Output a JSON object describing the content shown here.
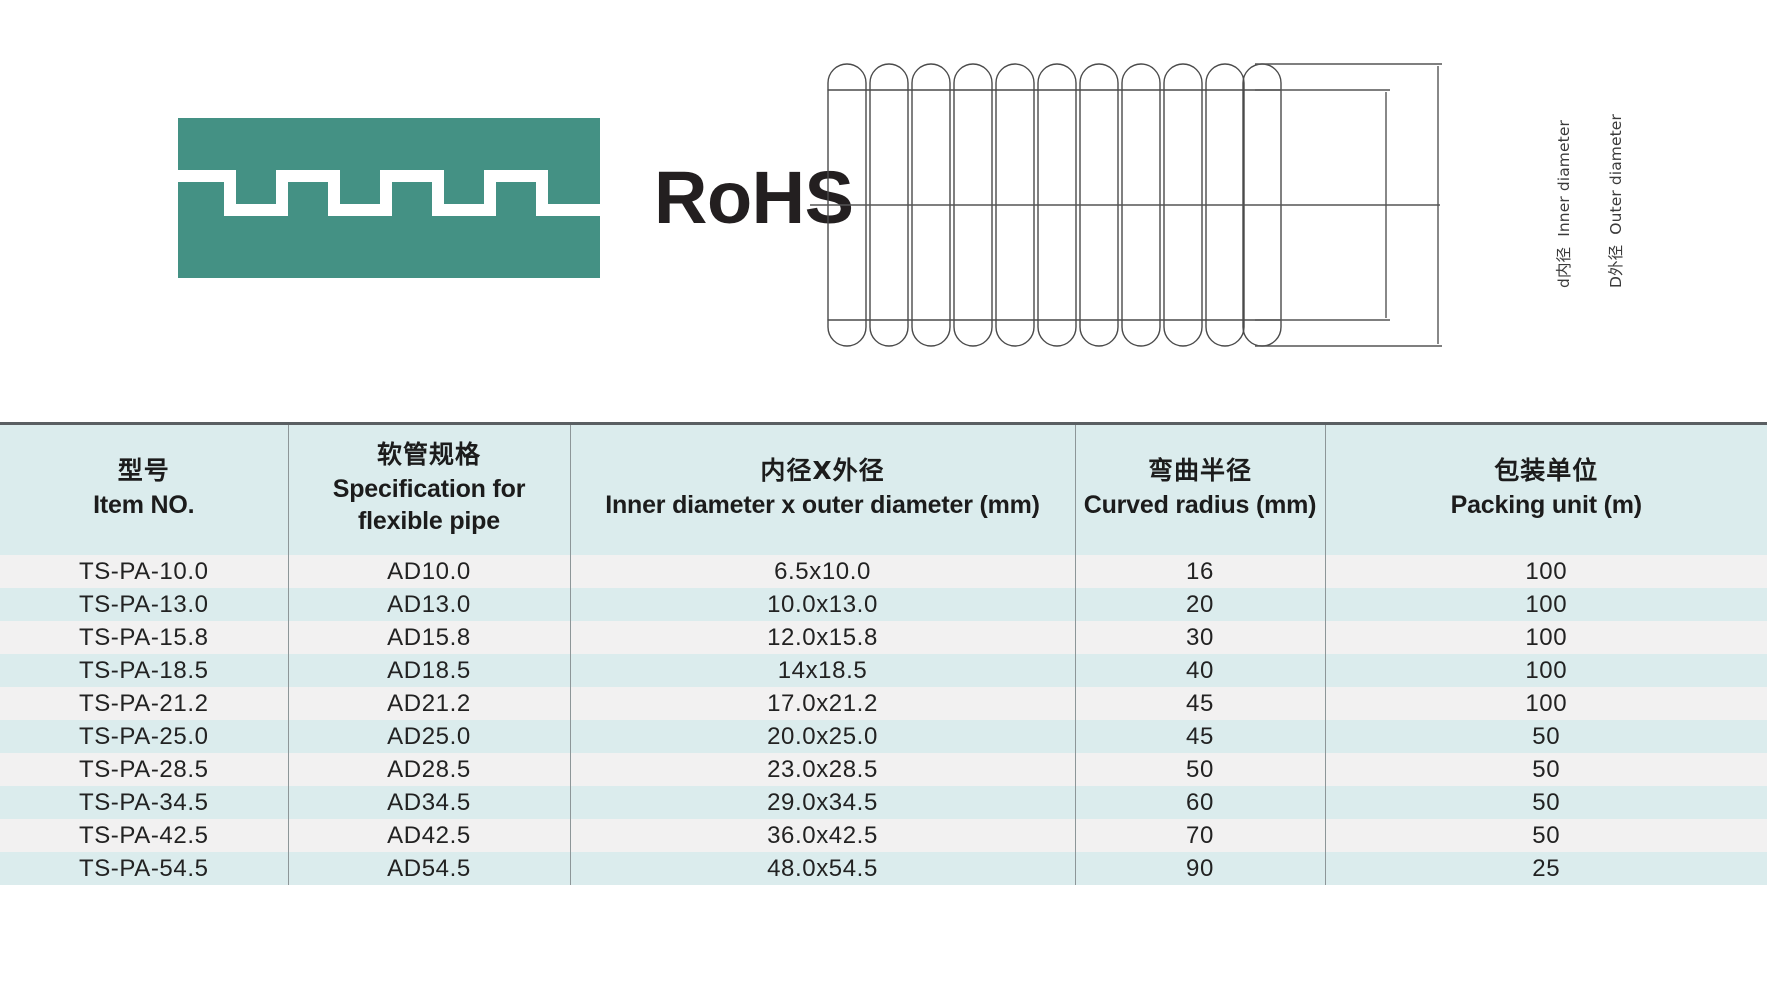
{
  "logo": {
    "mark_color": "#449184",
    "mark_name": "rohs-square-wave-mark",
    "wordmark": "RoHS"
  },
  "diagram": {
    "name": "corrugated-flexible-pipe-cross-section",
    "labels": {
      "inner": {
        "cn": "d内径",
        "en": "Inner diameter"
      },
      "outer": {
        "cn": "D外径",
        "en": "Outer diameter"
      }
    }
  },
  "table": {
    "header_bg": "#dbeced",
    "row_odd_bg": "#f2f1f1",
    "row_even_bg": "#dbeced",
    "columns": [
      {
        "cn": "型号",
        "en": "Item NO."
      },
      {
        "cn": "软管规格",
        "en": "Specification for flexible pipe"
      },
      {
        "cn": "内径X外径",
        "en": "Inner diameter x outer diameter (mm)"
      },
      {
        "cn": "弯曲半径",
        "en": "Curved radius (mm)"
      },
      {
        "cn": "包装单位",
        "en": "Packing unit (m)"
      }
    ],
    "rows": [
      {
        "item_no": "TS-PA-10.0",
        "spec": "AD10.0",
        "dia": "6.5x10.0",
        "radius": "16",
        "packing": "100"
      },
      {
        "item_no": "TS-PA-13.0",
        "spec": "AD13.0",
        "dia": "10.0x13.0",
        "radius": "20",
        "packing": "100"
      },
      {
        "item_no": "TS-PA-15.8",
        "spec": "AD15.8",
        "dia": "12.0x15.8",
        "radius": "30",
        "packing": "100"
      },
      {
        "item_no": "TS-PA-18.5",
        "spec": "AD18.5",
        "dia": "14x18.5",
        "radius": "40",
        "packing": "100"
      },
      {
        "item_no": "TS-PA-21.2",
        "spec": "AD21.2",
        "dia": "17.0x21.2",
        "radius": "45",
        "packing": "100"
      },
      {
        "item_no": "TS-PA-25.0",
        "spec": "AD25.0",
        "dia": "20.0x25.0",
        "radius": "45",
        "packing": "50"
      },
      {
        "item_no": "TS-PA-28.5",
        "spec": "AD28.5",
        "dia": "23.0x28.5",
        "radius": "50",
        "packing": "50"
      },
      {
        "item_no": "TS-PA-34.5",
        "spec": "AD34.5",
        "dia": "29.0x34.5",
        "radius": "60",
        "packing": "50"
      },
      {
        "item_no": "TS-PA-42.5",
        "spec": "AD42.5",
        "dia": "36.0x42.5",
        "radius": "70",
        "packing": "50"
      },
      {
        "item_no": "TS-PA-54.5",
        "spec": "AD54.5",
        "dia": "48.0x54.5",
        "radius": "90",
        "packing": "25"
      }
    ]
  }
}
